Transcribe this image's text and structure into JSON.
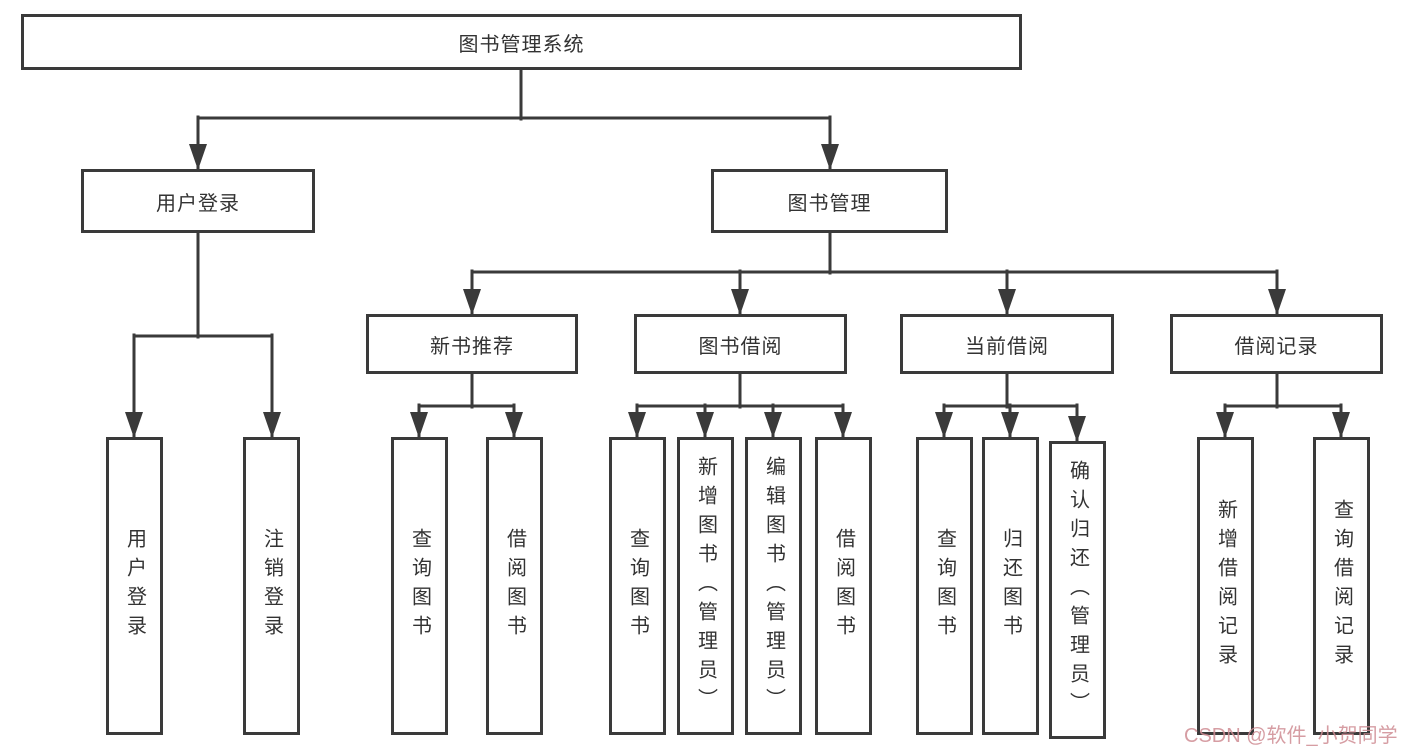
{
  "diagram": {
    "root": {
      "label": "图书管理系统"
    },
    "level2": [
      {
        "id": "user-login",
        "label": "用户登录"
      },
      {
        "id": "book-management",
        "label": "图书管理"
      }
    ],
    "level3": [
      {
        "id": "new-book-recommend",
        "label": "新书推荐"
      },
      {
        "id": "book-borrow",
        "label": "图书借阅"
      },
      {
        "id": "current-borrow",
        "label": "当前借阅"
      },
      {
        "id": "borrow-records",
        "label": "借阅记录"
      }
    ],
    "leaves": {
      "user_login": [
        "用户登录",
        "注销登录"
      ],
      "new_book_recommend": [
        "查询图书",
        "借阅图书"
      ],
      "book_borrow": [
        "查询图书",
        "新增图书（管理员）",
        "编辑图书（管理员）",
        "借阅图书"
      ],
      "current_borrow": [
        "查询图书",
        "归还图书",
        "确认归还（管理员）"
      ],
      "borrow_records": [
        "新增借阅记录",
        "查询借阅记录"
      ]
    }
  },
  "watermark": {
    "text": "CSDN @软件_小贺同学",
    "color": "#d08d94"
  },
  "colors": {
    "line": "#3a3a3a",
    "text": "#333333",
    "background": "#ffffff"
  }
}
